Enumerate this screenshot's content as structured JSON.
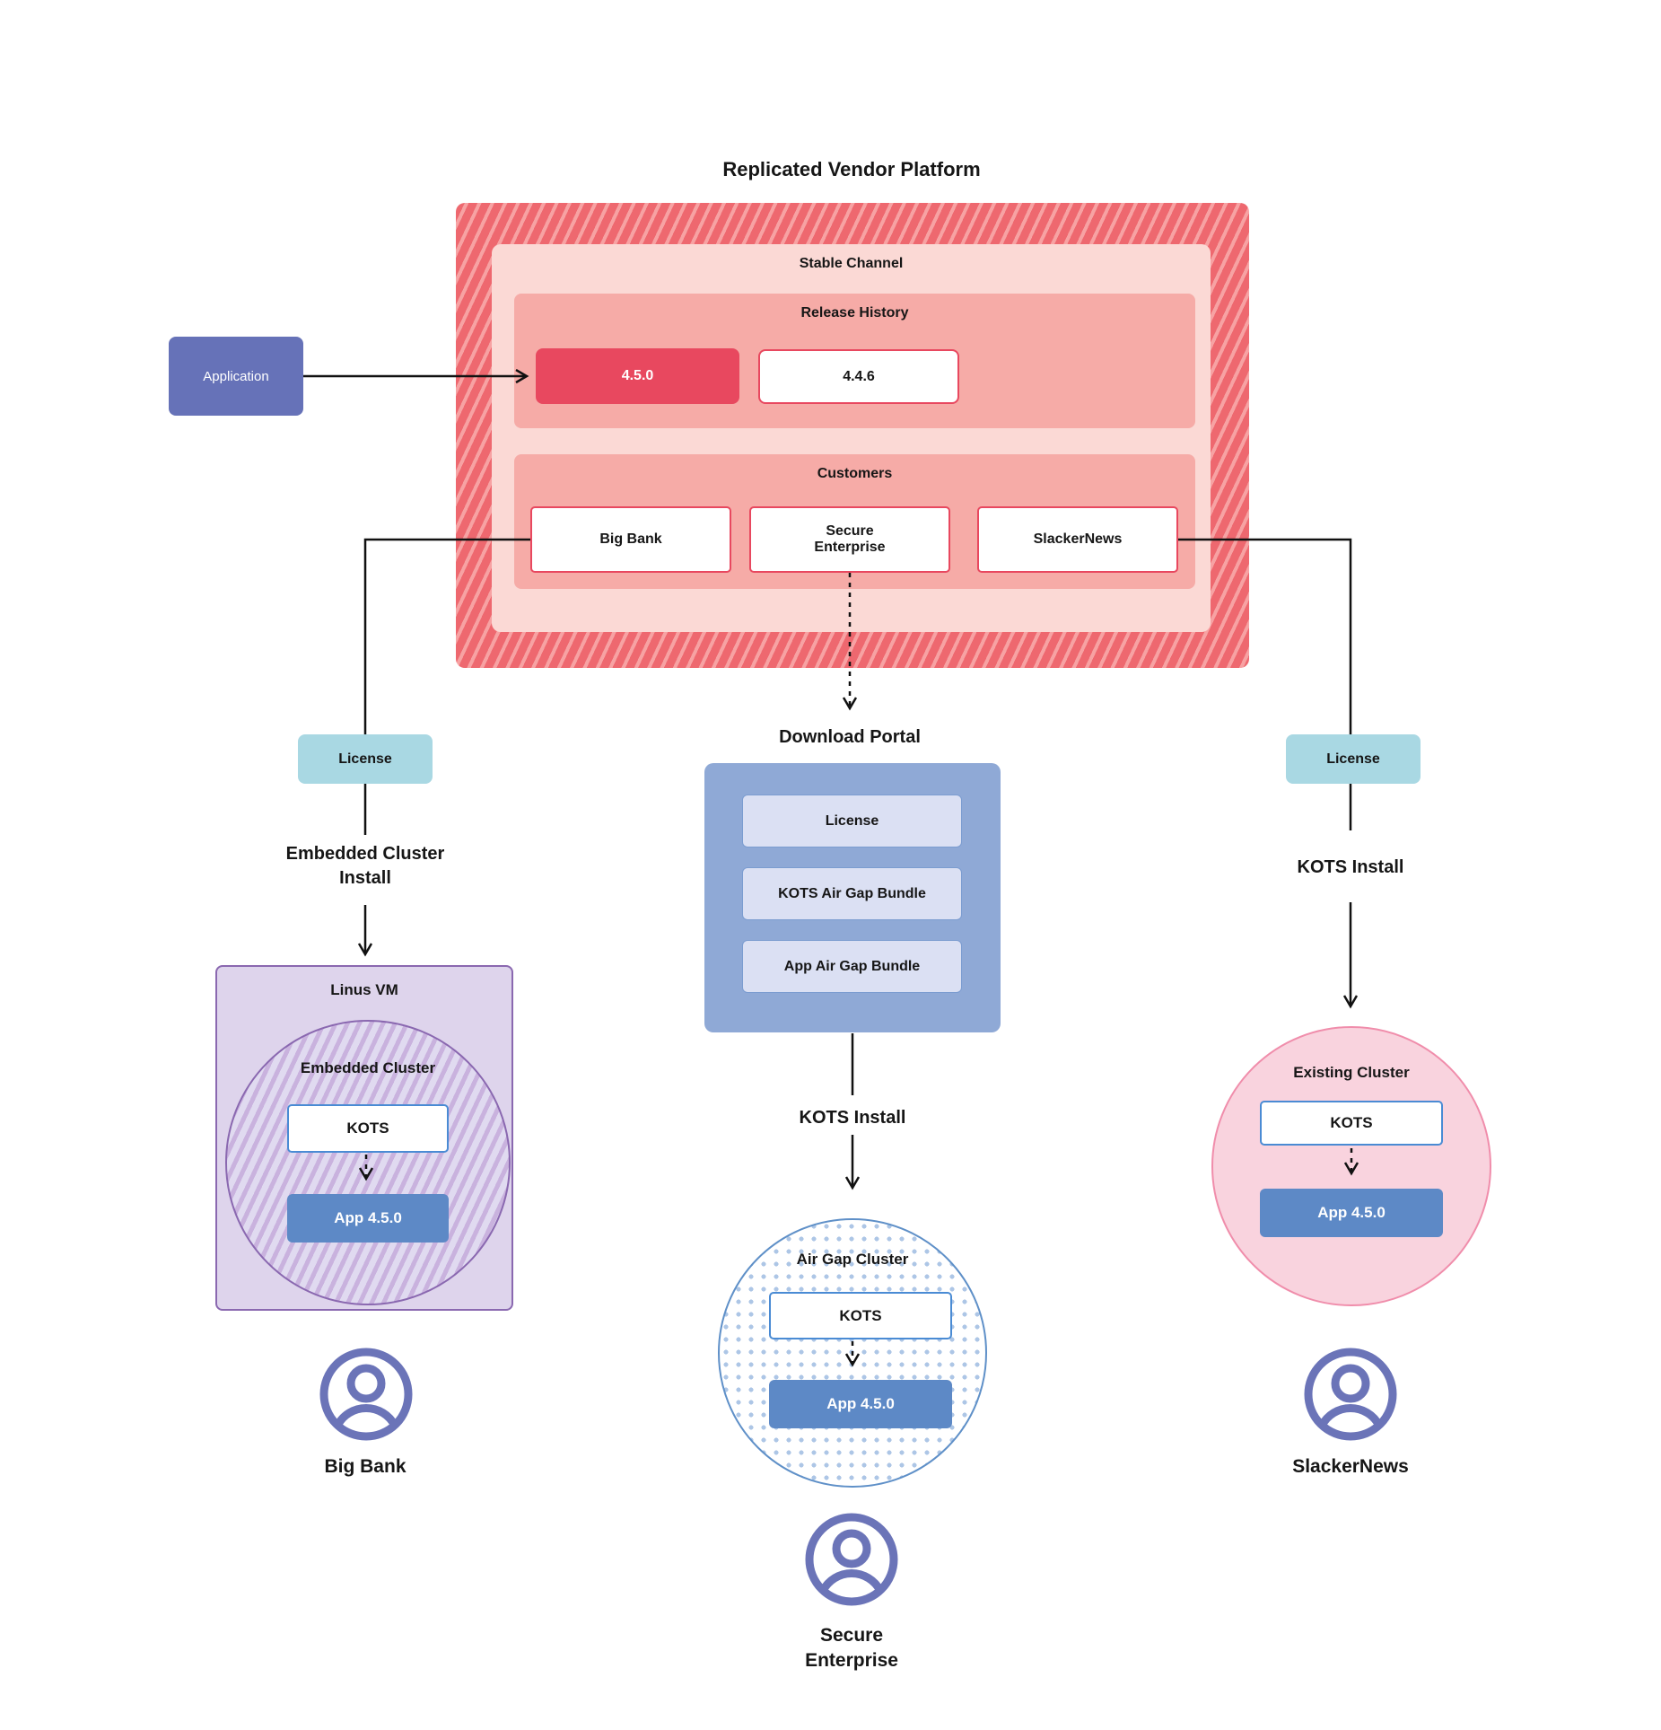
{
  "title": "Replicated Vendor Platform",
  "application": {
    "label": "Application"
  },
  "platform": {
    "channel_label": "Stable Channel",
    "release_history": {
      "label": "Release History",
      "current": "4.5.0",
      "previous": "4.4.6"
    },
    "customers": {
      "label": "Customers",
      "items": [
        "Big Bank",
        "Secure Enterprise",
        "SlackerNews"
      ]
    }
  },
  "download_portal": {
    "title": "Download Portal",
    "items": [
      "License",
      "KOTS Air Gap Bundle",
      "App Air Gap Bundle"
    ],
    "install_label": "KOTS Install"
  },
  "big_bank_branch": {
    "license_label": "License",
    "install_label": "Embedded Cluster Install",
    "vm_label": "Linus VM",
    "cluster_label": "Embedded Cluster",
    "kots_label": "KOTS",
    "app_label": "App 4.5.0",
    "user_label": "Big Bank"
  },
  "secure_enterprise_branch": {
    "cluster_label": "Air Gap Cluster",
    "kots_label": "KOTS",
    "app_label": "App 4.5.0",
    "user_label": "Secure Enterprise"
  },
  "slackernews_branch": {
    "license_label": "License",
    "install_label": "KOTS Install",
    "cluster_label": "Existing Cluster",
    "kots_label": "KOTS",
    "app_label": "App 4.5.0",
    "user_label": "SlackerNews"
  },
  "colors": {
    "red_accent": "#e8485f",
    "salmon": "#f6aba7",
    "light_pink": "#fbd9d5",
    "hatch_red": "#ee686f",
    "application_purple": "#6672b8",
    "license_cyan": "#a9d8e3",
    "app_blue": "#5d89c6",
    "portal_blue": "#8fa9d6",
    "portal_item_blue": "#dbe0f3",
    "violet_border": "#8a68b0",
    "existing_pink": "#f9d3de",
    "user_icon_purple": "#6b74b8"
  }
}
